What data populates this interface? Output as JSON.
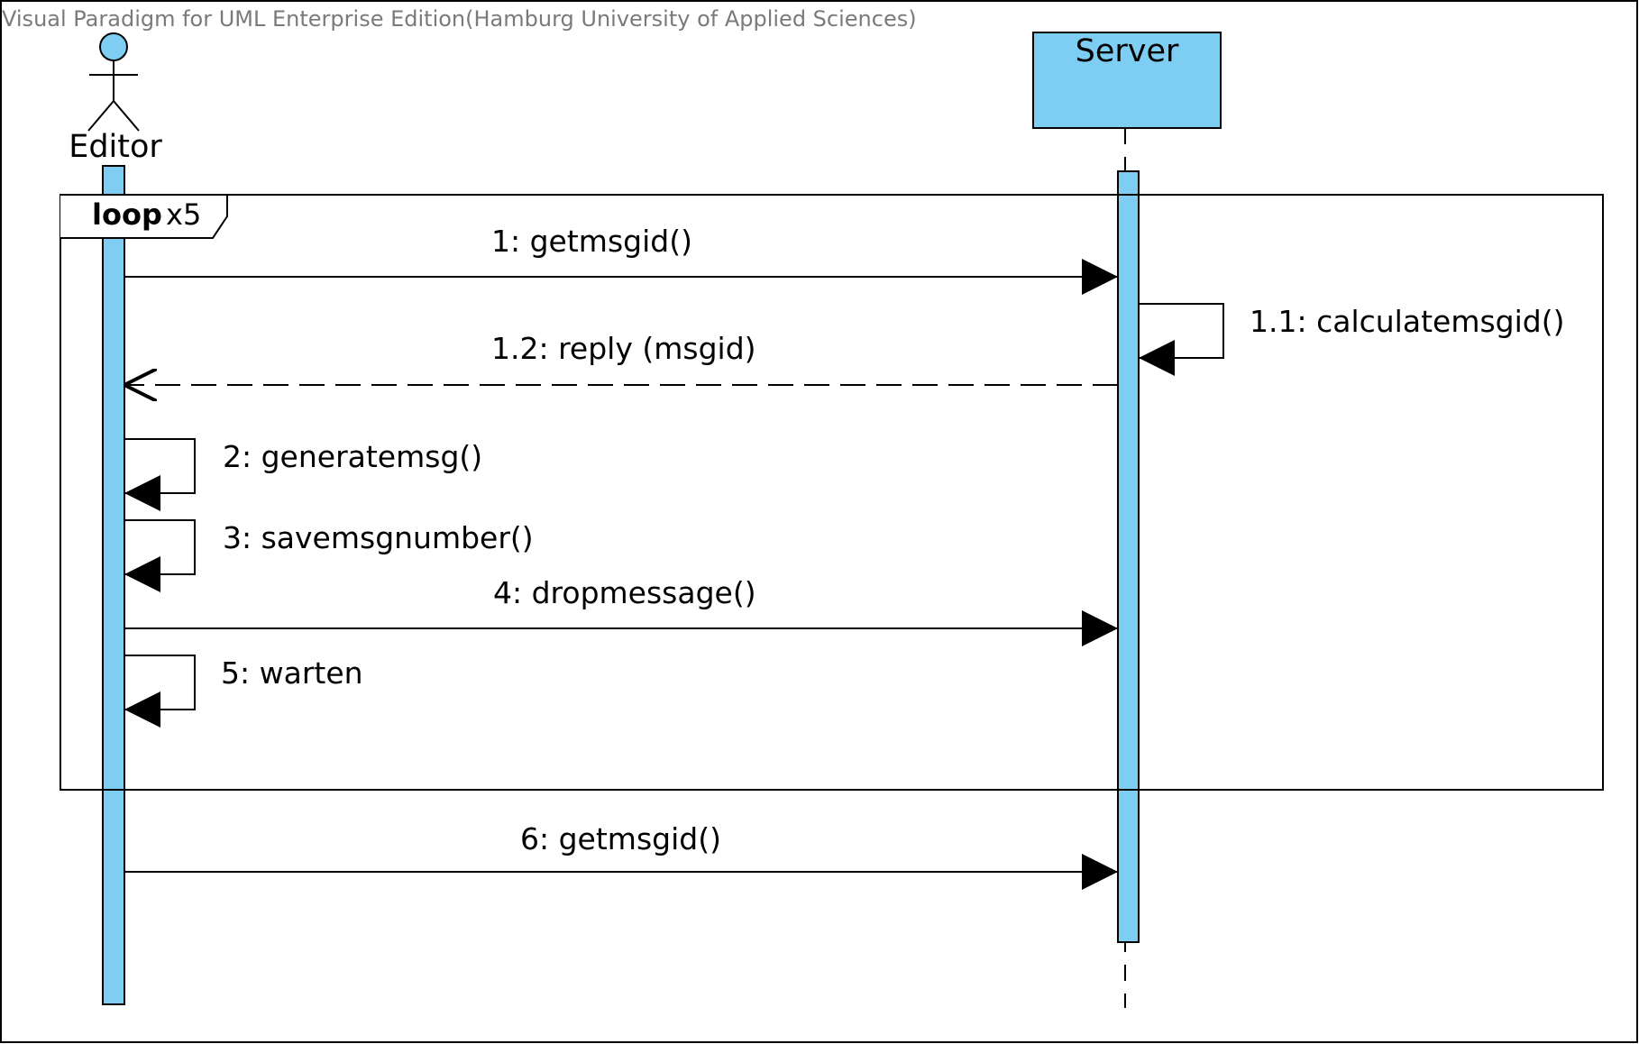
{
  "watermark": "Visual Paradigm for UML Enterprise Edition(Hamburg University of Applied Sciences)",
  "colors": {
    "fill": "#7ecef4",
    "stroke": "#000000",
    "watermark": "#7a7a7a",
    "background": "#ffffff"
  },
  "lifelines": {
    "editor": {
      "name": "Editor",
      "kind": "actor",
      "icon": "stick-figure-icon"
    },
    "server": {
      "name": "Server",
      "kind": "object"
    }
  },
  "fragment": {
    "operator": "loop",
    "condition": "x5"
  },
  "messages": [
    {
      "id": "m1",
      "label": "1: getmsgid()",
      "from": "editor",
      "to": "server",
      "style": "sync"
    },
    {
      "id": "m11",
      "label": "1.1: calculatemsgid()",
      "from": "server",
      "to": "server",
      "style": "self"
    },
    {
      "id": "m12",
      "label": "1.2: reply (msgid)",
      "from": "server",
      "to": "editor",
      "style": "reply"
    },
    {
      "id": "m2",
      "label": "2: generatemsg()",
      "from": "editor",
      "to": "editor",
      "style": "self"
    },
    {
      "id": "m3",
      "label": "3: savemsgnumber()",
      "from": "editor",
      "to": "editor",
      "style": "self"
    },
    {
      "id": "m4",
      "label": "4: dropmessage()",
      "from": "editor",
      "to": "server",
      "style": "sync"
    },
    {
      "id": "m5",
      "label": "5: warten",
      "from": "editor",
      "to": "editor",
      "style": "self"
    },
    {
      "id": "m6",
      "label": "6: getmsgid()",
      "from": "editor",
      "to": "server",
      "style": "sync"
    }
  ]
}
